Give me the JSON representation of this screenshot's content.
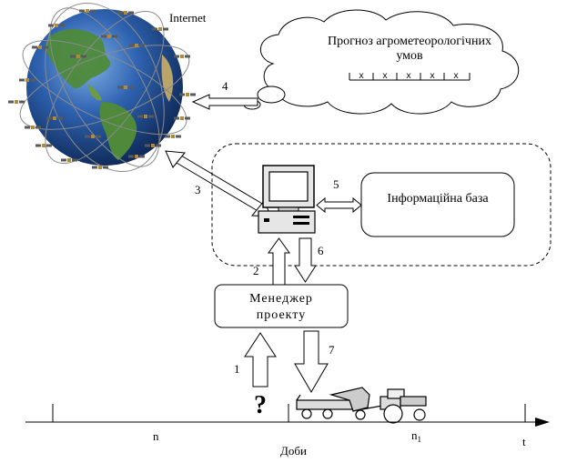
{
  "diagram": {
    "internet_label": "Internet",
    "cloud": {
      "text_line1": "Прогноз агрометеорологічних",
      "text_line2": "умов",
      "marks": [
        "x",
        "x",
        "x",
        "x",
        "x"
      ]
    },
    "info_base_label": "Інформаційна база",
    "manager": {
      "line1": "Менеджер",
      "line2": "проекту"
    },
    "arrows": {
      "a1": "1",
      "a2": "2",
      "a3": "3",
      "a4": "4",
      "a5": "5",
      "a6": "6",
      "a7": "7"
    },
    "question_mark": "?",
    "timeline": {
      "n_label": "n",
      "n1_label": "n",
      "n1_sub": "1",
      "t_label": "t",
      "axis_caption": "Доби"
    },
    "colors": {
      "ocean": "#1d4f9a",
      "land": "#4f8a3a",
      "land_dry": "#b9a46a",
      "satellite": "#5a5a5a",
      "line": "#000000"
    }
  }
}
